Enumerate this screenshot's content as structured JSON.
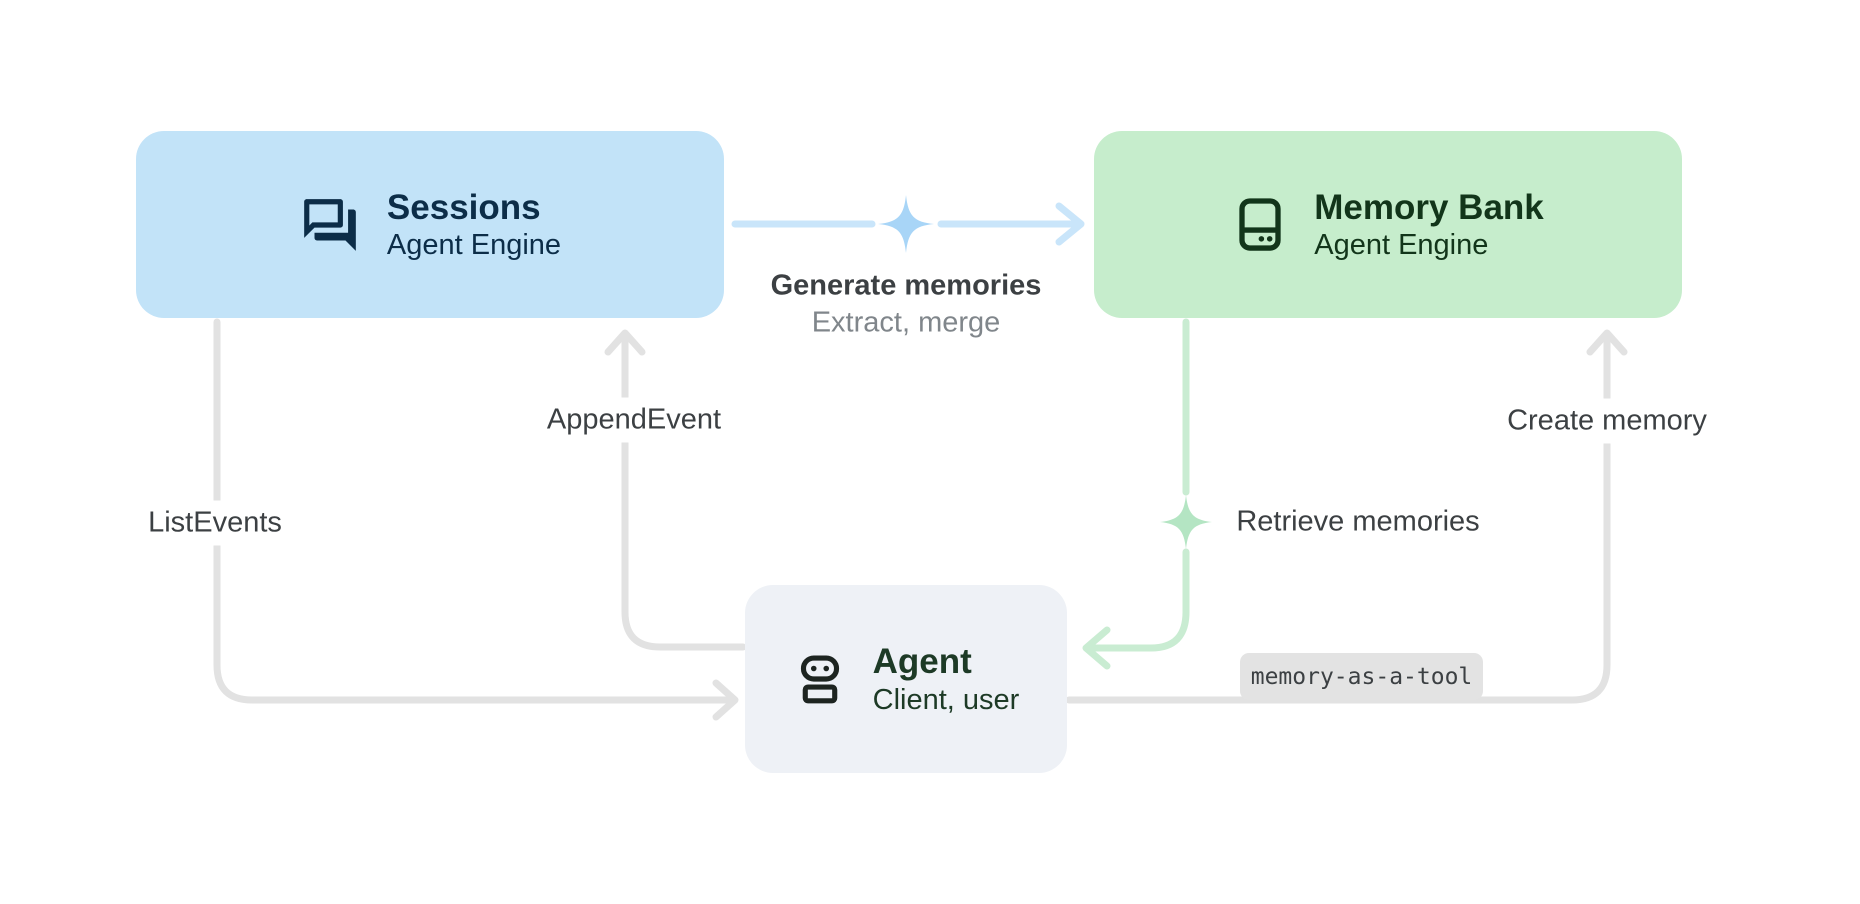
{
  "canvas": {
    "bg": "#ffffff"
  },
  "nodes": {
    "sessions": {
      "title": "Sessions",
      "subtitle": "Agent Engine",
      "bg": "#c2e3f8",
      "fg": "#0c2d48",
      "icon": "chat-forum-icon"
    },
    "memory_bank": {
      "title": "Memory Bank",
      "subtitle": "Agent Engine",
      "bg": "#c6edcc",
      "fg": "#12351a",
      "icon": "memory-storage-icon"
    },
    "agent": {
      "title": "Agent",
      "subtitle": "Client, user",
      "bg": "#eef1f6",
      "fg": "#1d3a26",
      "icon": "robot-icon"
    }
  },
  "edges": {
    "generate": {
      "label": "Generate memories",
      "sublabel": "Extract, merge",
      "color": "#c9e5fa",
      "sparkle_color": "#a8d5f7",
      "sparkle_icon": "sparkle-icon"
    },
    "append_event": {
      "label": "AppendEvent",
      "color": "#e2e2e2"
    },
    "list_events": {
      "label": "ListEvents",
      "color": "#e2e2e2"
    },
    "create_memory": {
      "label": "Create memory",
      "color": "#e2e2e2"
    },
    "retrieve": {
      "label": "Retrieve memories",
      "color": "#c9ecd2",
      "sparkle_color": "#b4e5c3",
      "sparkle_icon": "sparkle-icon"
    },
    "memory_as_a_tool_badge": {
      "label": "memory-as-a-tool",
      "bg": "#e3e3e3",
      "fg": "#3c4043"
    }
  },
  "text_colors": {
    "label": "#3c4043",
    "sublabel": "#80868b"
  }
}
